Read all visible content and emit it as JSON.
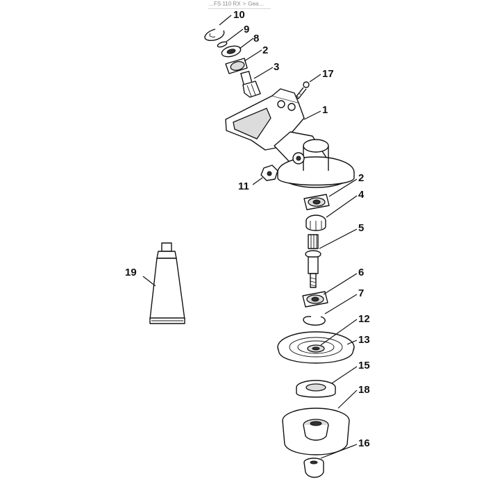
{
  "breadcrumb": {
    "prefix": "…",
    "current": "FS 110 RX",
    "separator": ">",
    "next": "Gea…"
  },
  "diagram": {
    "parts": [
      {
        "label": "10"
      },
      {
        "label": "9"
      },
      {
        "label": "8"
      },
      {
        "label": "2"
      },
      {
        "label": "3"
      },
      {
        "label": "17"
      },
      {
        "label": "1"
      },
      {
        "label": "2"
      },
      {
        "label": "11"
      },
      {
        "label": "4"
      },
      {
        "label": "5"
      },
      {
        "label": "19"
      },
      {
        "label": "6"
      },
      {
        "label": "7"
      },
      {
        "label": "12"
      },
      {
        "label": "13"
      },
      {
        "label": "15"
      },
      {
        "label": "18"
      },
      {
        "label": "16"
      }
    ]
  }
}
